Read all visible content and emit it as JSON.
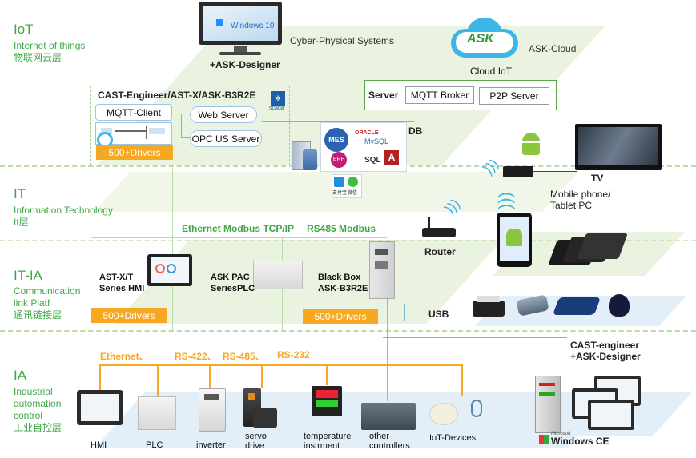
{
  "layers": {
    "iot": {
      "title": "IoT",
      "sub1": "Internet of things",
      "sub2": "物联网云层"
    },
    "it": {
      "title": "IT",
      "sub1": "Information Technology",
      "sub2": "It层"
    },
    "itia": {
      "title": "IT-IA",
      "sub1": "Communication",
      "sub2": "link Platf",
      "sub3": "通讯链接层"
    },
    "ia": {
      "title": "IA",
      "sub1": "Industrial",
      "sub2": "automation",
      "sub3": "control",
      "sub4": "工业自控层"
    }
  },
  "top": {
    "windows": "Windows 10",
    "designer": "+ASK-Designer",
    "cps": "Cyber-Physical Systems",
    "cloud_logo": "ASK",
    "ask_cloud": "ASK-Cloud",
    "cloud_iot": "Cloud IoT"
  },
  "engineer": {
    "title": "CAST-Engineer/AST-X/ASK-B3R2E",
    "mqtt_client": "MQTT-Client",
    "drivers": "500+Drivers",
    "web_server": "Web Server",
    "opc_server": "OPC US Server",
    "scada": "scada"
  },
  "server": {
    "label": "Server",
    "mqtt_broker": "MQTT Broker",
    "p2p": "P2P Server"
  },
  "db": {
    "label": "DB",
    "mes": "MES",
    "oracle": "ORACLE",
    "mysql": "MySQL",
    "erp": "ERP",
    "sql": "SQL",
    "pay1": "支付宝",
    "pay2": "微信"
  },
  "it_right": {
    "tv": "TV",
    "mobile1": "Mobile phone/",
    "mobile2": "Tablet PC",
    "router": "Router"
  },
  "bus": {
    "ethernet": "Ethernet Modbus TCP/IP",
    "rs485": "RS485 Modbus"
  },
  "itia": {
    "hmi1": "AST-X/T",
    "hmi2": "Series HMI",
    "plc1": "ASK PAC",
    "plc2": "SeriesPLC",
    "bb1": "Black Box",
    "bb2": "ASK-B3R2E",
    "drivers_left": "500+Drivers",
    "drivers_right": "500+Drivers",
    "usb": "USB",
    "cast1": "CAST-engineer",
    "cast2": "+ASK-Designer"
  },
  "ia": {
    "protocols": [
      "Ethernet、",
      "RS-422、",
      "RS-485、",
      "RS-232"
    ],
    "devices": [
      "HMI",
      "PLC",
      "inverter",
      "servo",
      "drive",
      "temperature",
      "instrment",
      "other",
      "controllers",
      "IoT-Devices"
    ],
    "wince": "Windows CE",
    "wince_small": "Microsoft"
  }
}
